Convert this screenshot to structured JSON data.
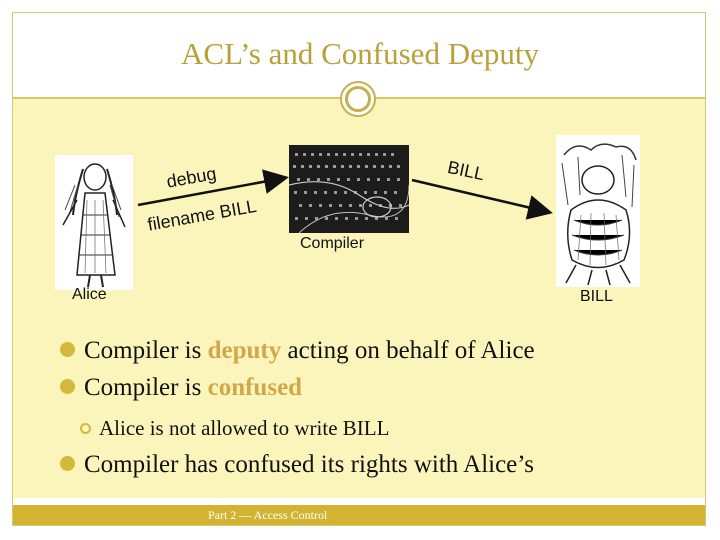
{
  "slide": {
    "title": "ACL’s and Confused Deputy",
    "footer": "Part 2 — Access Control"
  },
  "diagram": {
    "alice_label": "Alice",
    "compiler_label": "Compiler",
    "bill_label": "BILL",
    "arrow_top_label": "debug",
    "arrow_bottom_label": "filename BILL",
    "arrow_right_label": "BILL"
  },
  "bullets": [
    {
      "pre": "Compiler is ",
      "hl": "deputy",
      "post": " acting on behalf of Alice"
    },
    {
      "pre": "Compiler is ",
      "hl": "confused",
      "post": ""
    },
    {
      "pre": "Compiler has confused its rights with Alice’s",
      "hl": "",
      "post": ""
    }
  ],
  "sub_bullet": "Alice is not allowed to write BILL",
  "colors": {
    "title": "#b8a13a",
    "highlight": "#d0a84a",
    "body_bg": "#fcf5bb",
    "footer_bar": "#d2b432"
  }
}
